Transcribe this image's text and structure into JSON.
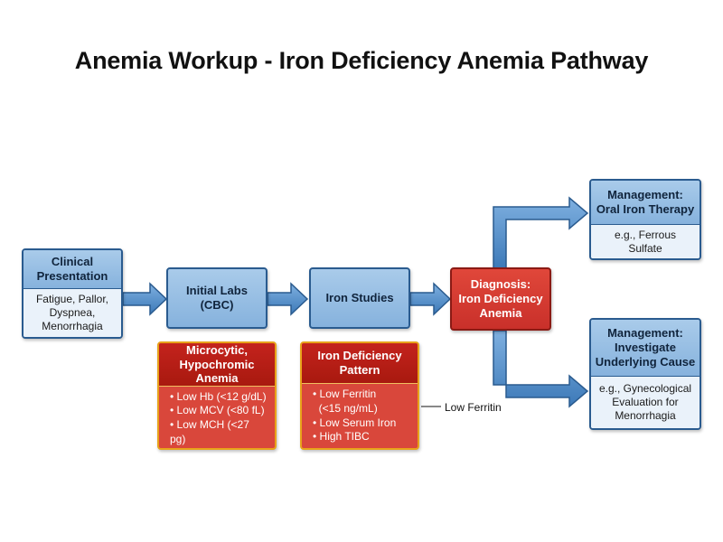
{
  "title": "Anemia Workup - Iron Deficiency Anemia Pathway",
  "nodes": {
    "clinical": {
      "header": [
        "Clinical",
        "Presentation"
      ],
      "body": [
        "Fatigue, Pallor,",
        "Dyspnea,",
        "Menorrhagia"
      ]
    },
    "labs": {
      "label": [
        "Initial Labs",
        "(CBC)"
      ]
    },
    "iron_studies": {
      "label": [
        "Iron Studies"
      ]
    },
    "diagnosis": {
      "label": [
        "Diagnosis:",
        "Iron Deficiency",
        "Anemia"
      ]
    },
    "mgmt_oral": {
      "header": [
        "Management:",
        "Oral Iron Therapy"
      ],
      "body": [
        "e.g., Ferrous Sulfate"
      ]
    },
    "mgmt_cause": {
      "header": [
        "Management:",
        "Investigate",
        "Underlying Cause"
      ],
      "body": [
        "e.g., Gynecological",
        "Evaluation for",
        "Menorrhagia"
      ]
    },
    "microcytic": {
      "header": [
        "Microcytic,",
        "Hypochromic",
        "Anemia"
      ],
      "items": [
        "• Low Hb (<12 g/dL)",
        "• Low MCV (<80 fL)",
        "• Low MCH (<27 pg)"
      ]
    },
    "pattern": {
      "header": [
        "Iron Deficiency",
        "Pattern"
      ],
      "items": [
        "• Low Ferritin",
        "  (<15 ng/mL)",
        "• Low Serum Iron",
        "• High TIBC"
      ]
    }
  },
  "annotation": "Low Ferritin",
  "colors": {
    "blue_border": "#2a5b8f",
    "blue_fill": "#86b2dd",
    "red_fill": "#c9302a",
    "red_border": "#e8a21a"
  }
}
